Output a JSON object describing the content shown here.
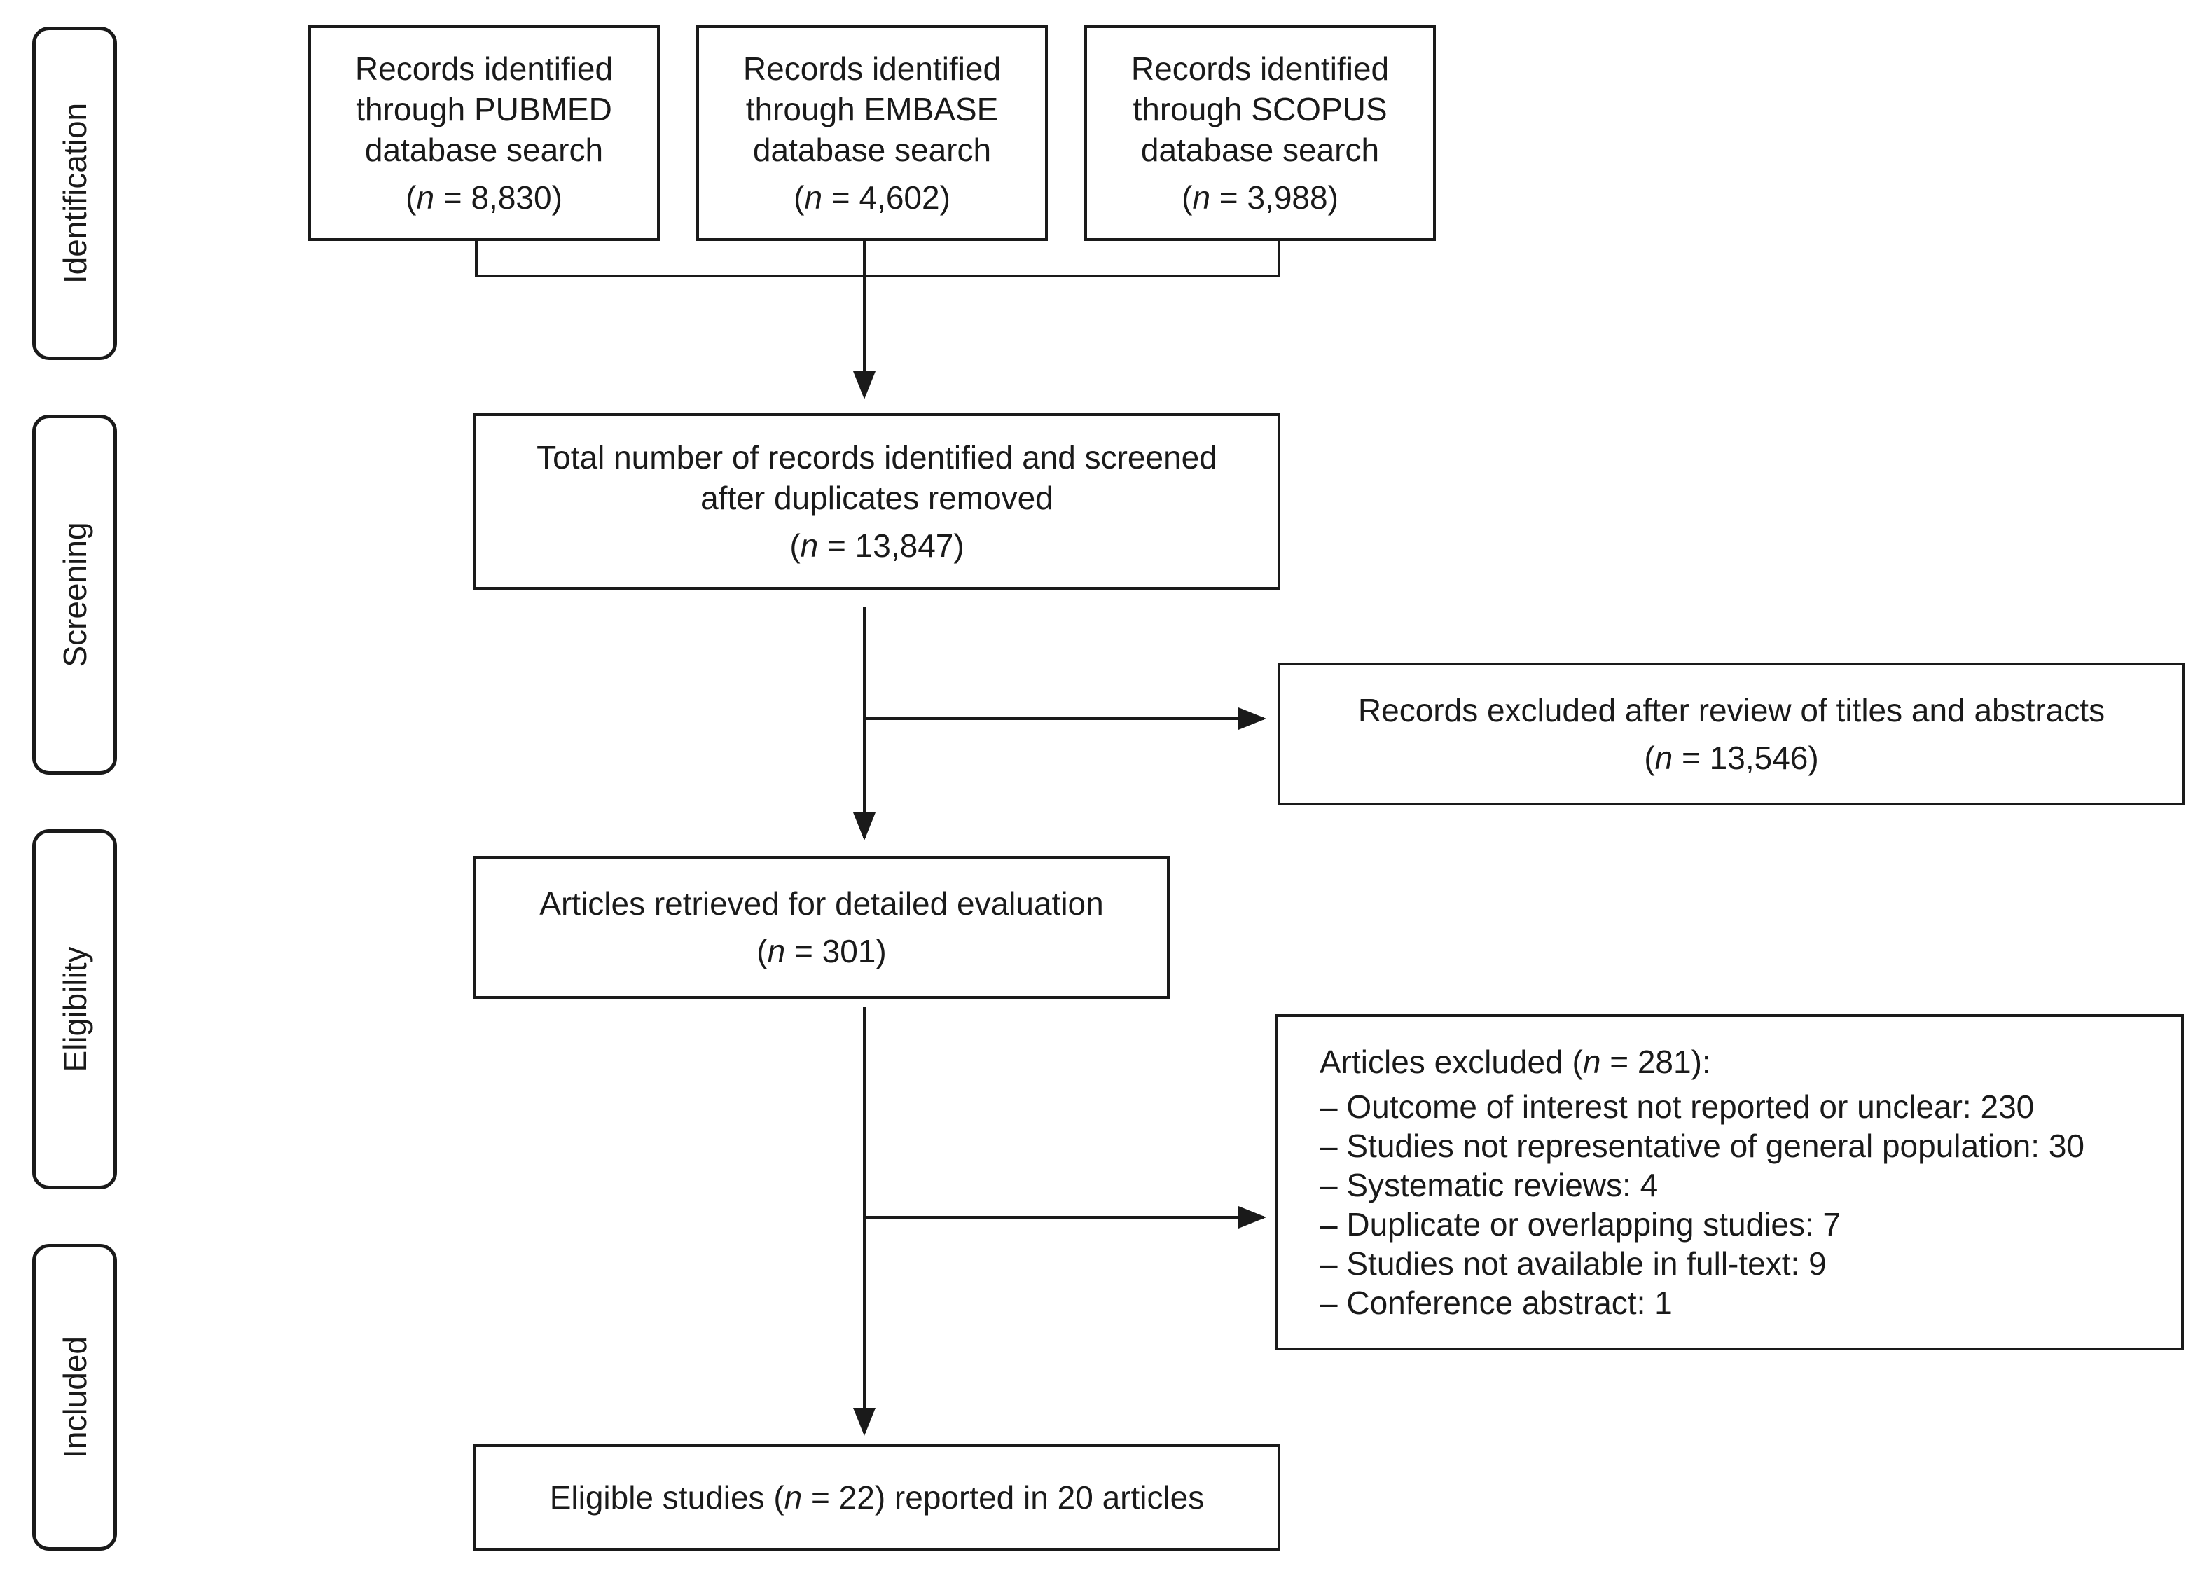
{
  "stages": [
    {
      "id": "identification",
      "label": "Identification"
    },
    {
      "id": "screening",
      "label": "Screening"
    },
    {
      "id": "eligibility",
      "label": "Eligibility"
    },
    {
      "id": "included",
      "label": "Included"
    }
  ],
  "boxes": {
    "pubmed": {
      "lines": [
        "Records identified",
        "through PUBMED",
        "database search"
      ],
      "n_prefix": "(",
      "n_italic": "n",
      "n_suffix": " = 8,830)"
    },
    "embase": {
      "lines": [
        "Records identified",
        "through EMBASE",
        "database search"
      ],
      "n_prefix": "(",
      "n_italic": "n",
      "n_suffix": " = 4,602)"
    },
    "scopus": {
      "lines": [
        "Records identified",
        "through SCOPUS",
        "database search"
      ],
      "n_prefix": "(",
      "n_italic": "n",
      "n_suffix": " = 3,988)"
    },
    "screened": {
      "lines": [
        "Total number of records identified and screened",
        "after duplicates removed"
      ],
      "n_prefix": "(",
      "n_italic": "n",
      "n_suffix": " = 13,847)"
    },
    "excluded_titles": {
      "lines": [
        "Records excluded after review of titles and abstracts"
      ],
      "n_prefix": "(",
      "n_italic": "n",
      "n_suffix": " = 13,546)"
    },
    "retrieved": {
      "lines": [
        "Articles retrieved for detailed evaluation"
      ],
      "n_prefix": "(",
      "n_italic": "n",
      "n_suffix": " = 301)"
    },
    "excluded_articles": {
      "heading_prefix": "Articles excluded (",
      "heading_italic": "n",
      "heading_suffix": " = 281):",
      "items": [
        "– Outcome of interest not reported or unclear: 230",
        "– Studies not representative of general population: 30",
        "– Systematic reviews: 4",
        "– Duplicate or overlapping studies: 7",
        "– Studies not available in full-text: 9",
        "– Conference abstract: 1"
      ]
    },
    "eligible": {
      "text_prefix": "Eligible studies (",
      "text_italic": "n",
      "text_suffix": " = 22) reported in 20 articles"
    }
  }
}
